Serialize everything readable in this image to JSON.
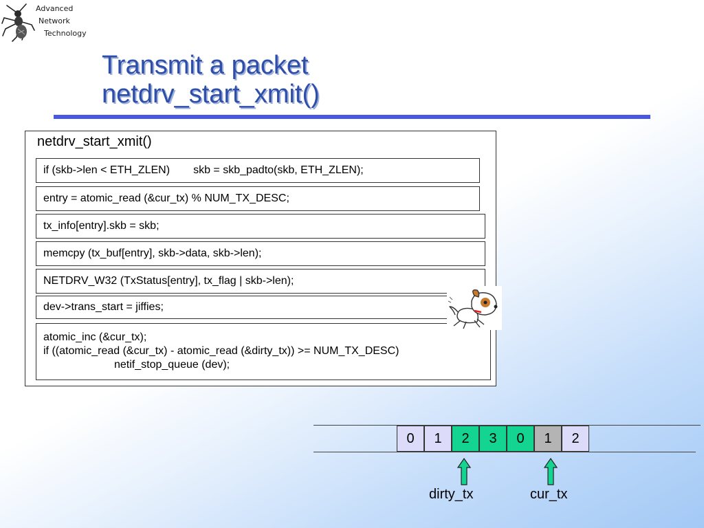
{
  "header": {
    "logo_lines": [
      "Advanced",
      "Network",
      "Technology"
    ]
  },
  "slide": {
    "title_line1": "Transmit a packet",
    "title_line2": "netdrv_start_xmit()"
  },
  "code": {
    "frame_label": "netdrv_start_xmit()",
    "padto_condition": "if (skb->len < ETH_ZLEN)",
    "padto_action": "skb = skb_padto(skb, ETH_ZLEN);",
    "entry_line": "entry = atomic_read (&cur_tx) % NUM_TX_DESC;",
    "skb_line": "tx_info[entry].skb = skb;",
    "memcpy_line": "memcpy (tx_buf[entry], skb->data, skb->len);",
    "w32_line": "NETDRV_W32 (TxStatus[entry], tx_flag | skb->len);",
    "trans_start_line": "dev->trans_start = jiffies;",
    "inc_line": "atomic_inc (&cur_tx);",
    "check_line": "if ((atomic_read (&cur_tx) - atomic_read (&dirty_tx)) >= NUM_TX_DESC)",
    "stop_line": "netif_stop_queue (dev);"
  },
  "ring": {
    "cells": [
      {
        "label": "0",
        "color": "#dcdcfa"
      },
      {
        "label": "1",
        "color": "#dcdcfa"
      },
      {
        "label": "2",
        "color": "#14d492"
      },
      {
        "label": "3",
        "color": "#14d492"
      },
      {
        "label": "0",
        "color": "#14d492"
      },
      {
        "label": "1",
        "color": "#b4b4b4"
      },
      {
        "label": "2",
        "color": "#dcdcfa"
      }
    ],
    "dirty_label": "dirty_tx",
    "cur_label": "cur_tx",
    "pointer_color": "#14d492"
  }
}
